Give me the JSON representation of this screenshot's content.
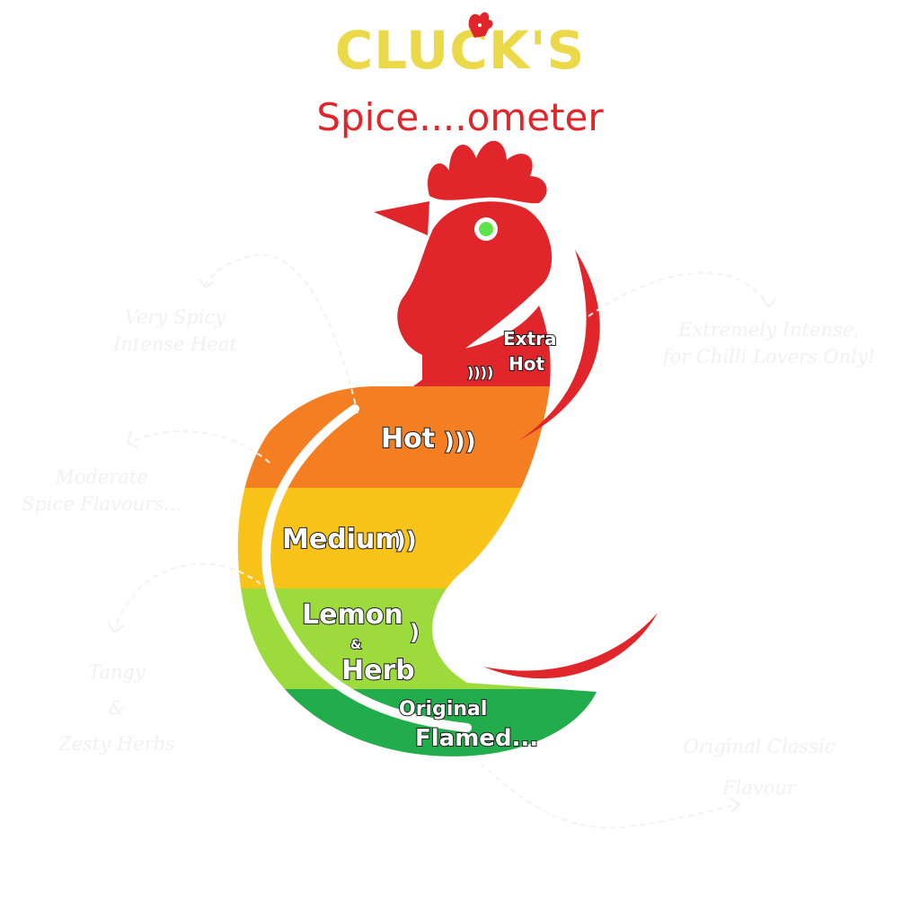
{
  "header": {
    "brand": "CLUCK'S",
    "subtitle": "Spice....ometer"
  },
  "levels": [
    {
      "name": "Extra Hot",
      "line1": "Extra",
      "line2": "Hot",
      "marks": "))))",
      "color": "#e0262b"
    },
    {
      "name": "Hot",
      "line1": "Hot",
      "marks": ")))",
      "color": "#f47f22"
    },
    {
      "name": "Medium",
      "line1": "Medium",
      "marks": "))",
      "color": "#f9c31a"
    },
    {
      "name": "Lemon & Herb",
      "line1": "Lemon",
      "line2": "&",
      "line3": "Herb",
      "marks": ")",
      "color": "#9ddb3d"
    },
    {
      "name": "Original Flamed",
      "line1": "Original",
      "line2": "Flamed...",
      "color": "#22ad4c"
    }
  ],
  "notes": {
    "very_spicy": "Very Spicy\nIntense Heat",
    "moderate": "Moderate\nSpice Flavours...",
    "tangy": "Tangy\n&\nZesty Herbs",
    "extreme": "Extremely Intense,\nfor Chilli Lovers Only!",
    "original": "Original Classic\nFlavour"
  },
  "colors": {
    "brand": "#ecd94a",
    "accent_red": "#e0262b",
    "eye": "#5fe34a"
  }
}
